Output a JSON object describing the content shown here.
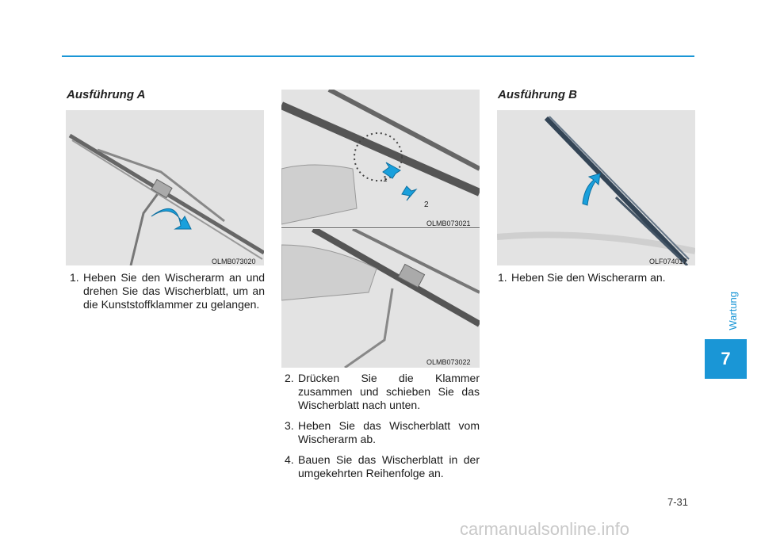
{
  "section_a": {
    "heading": "Ausführung A",
    "figure_code": "OLMB073020",
    "steps": [
      {
        "num": "1.",
        "text": "Heben Sie den Wischerarm an und drehen Sie das Wischerblatt, um an die Kunststoffklammer zu gelangen."
      }
    ]
  },
  "section_mid": {
    "figure_top_code": "OLMB073021",
    "figure_bottom_code": "OLMB073022",
    "callout_1": "1",
    "callout_2": "2",
    "steps": [
      {
        "num": "2.",
        "text": "Drücken Sie die Klammer zusammen und schieben Sie das Wischerblatt nach unten."
      },
      {
        "num": "3.",
        "text": "Heben Sie das Wischerblatt vom Wischerarm ab."
      },
      {
        "num": "4.",
        "text": "Bauen Sie das Wischerblatt in der umgekehrten Reihenfolge an."
      }
    ]
  },
  "section_b": {
    "heading": "Ausführung B",
    "figure_code": "OLF074017",
    "steps": [
      {
        "num": "1.",
        "text": "Heben Sie den Wischerarm an."
      }
    ]
  },
  "side_label": "Wartung",
  "chapter_number": "7",
  "page_number": "7-31",
  "watermark": "carmanualsonline.info",
  "colors": {
    "accent": "#1a96d6",
    "arrow": "#1aa0dc"
  }
}
